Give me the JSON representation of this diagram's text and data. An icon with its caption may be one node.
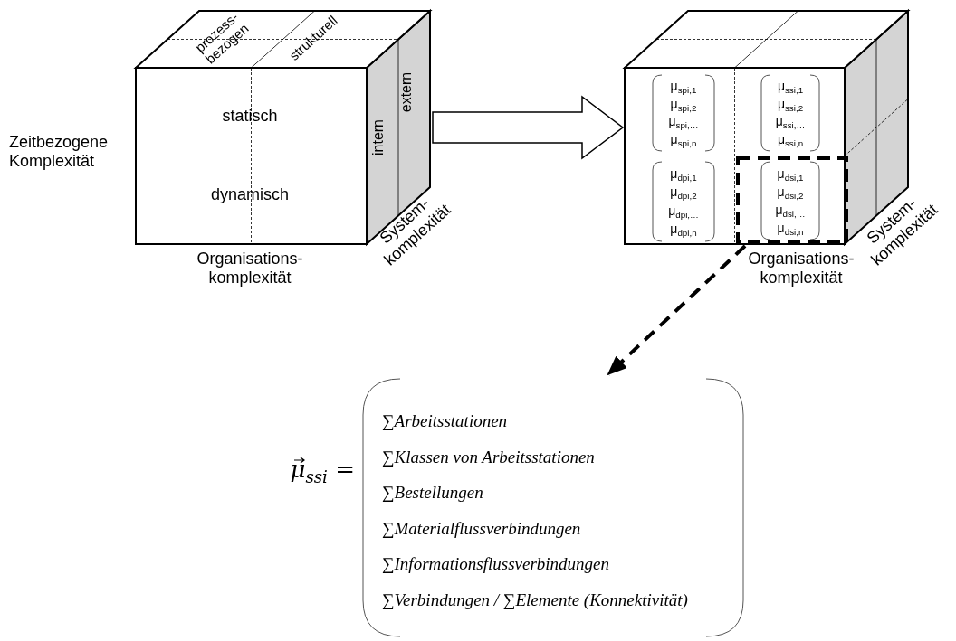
{
  "diagram": {
    "nodes": [
      {
        "text": [
          "prozess- bezogen",
          "strukturell",
          "statisch",
          "dynamisch",
          "intern",
          "extern"
        ],
        "beside": [
          "Zeitbezogene Komplexität",
          "Organisations- komplexität",
          "System- komplexität"
        ]
      },
      {
        "text": [],
        "shape": "cube",
        "beside": [
          "Organisations- komplexität",
          "System- komplexität"
        ]
      },
      {
        "text": [
          "μ$_{spi,1}$",
          "μ$_{spi,2}$",
          "μ$_{spi,…}$",
          "μ$_{spi,n}$"
        ],
        "in": 1
      },
      {
        "text": [
          "μ$_{ssi,1}$",
          "μ$_{ssi,2}$",
          "μ$_{ssi,…}$",
          "μ$_{ssi,n}$"
        ],
        "in": 1
      },
      {
        "text": [
          "μ$_{dpi,1}$",
          "μ$_{dpi,2}$",
          "μ$_{dpi,…}$",
          "μ$_{dpi,n}$"
        ],
        "in": 1
      },
      {
        "text": [],
        "shape": "box",
        "in": 1
      },
      {
        "text": [
          "μ$_{dsi,1}$",
          "μ$_{dsi,2}$",
          "μ$_{dsi,…}$",
          "μ$_{dsi,n}$"
        ],
        "in": 5
      },
      {
        "text": [
          "∑Arbeitsstationen",
          "∑Klassen von Arbeitsstationen",
          "∑Bestellungen",
          "∑Materialflussverbindungen",
          "∑Informationsflussverbindungen",
          "∑Verbindungen / ∑Elemente (Konnektivität)"
        ],
        "beside": [
          "μ$_{ssi}$ ="
        ]
      }
    ],
    "edges": [
      {
        "from": 0,
        "to": 1,
        "arrow": "to",
        "style": "thick"
      },
      {
        "from": 5,
        "to": 7,
        "arrow": "to",
        "style": "dashed"
      }
    ]
  }
}
